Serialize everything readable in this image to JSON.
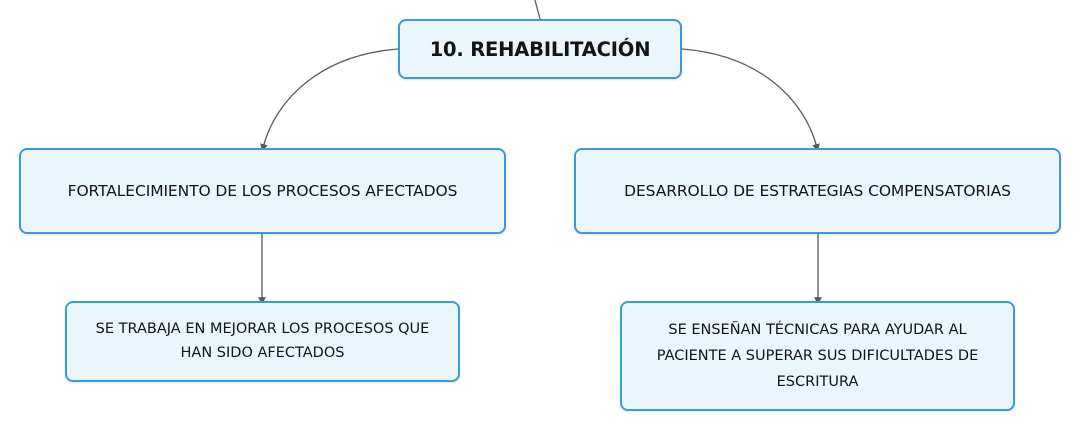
{
  "root": {
    "label": "10. REHABILITACIÓN"
  },
  "branches": [
    {
      "label": "FORTALECIMIENTO DE LOS PROCESOS AFECTADOS",
      "child": "SE TRABAJA EN MEJORAR LOS PROCESOS QUE HAN SIDO AFECTADOS"
    },
    {
      "label": "DESARROLLO DE ESTRATEGIAS COMPENSATORIAS",
      "child": "SE ENSEÑAN TÉCNICAS PARA AYUDAR AL PACIENTE A SUPERAR SUS DIFICULTADES DE ESCRITURA"
    }
  ],
  "colors": {
    "node_border": "#3a9bd9",
    "node_fill": "#eaf5fc",
    "connector": "#5a5a5a"
  }
}
